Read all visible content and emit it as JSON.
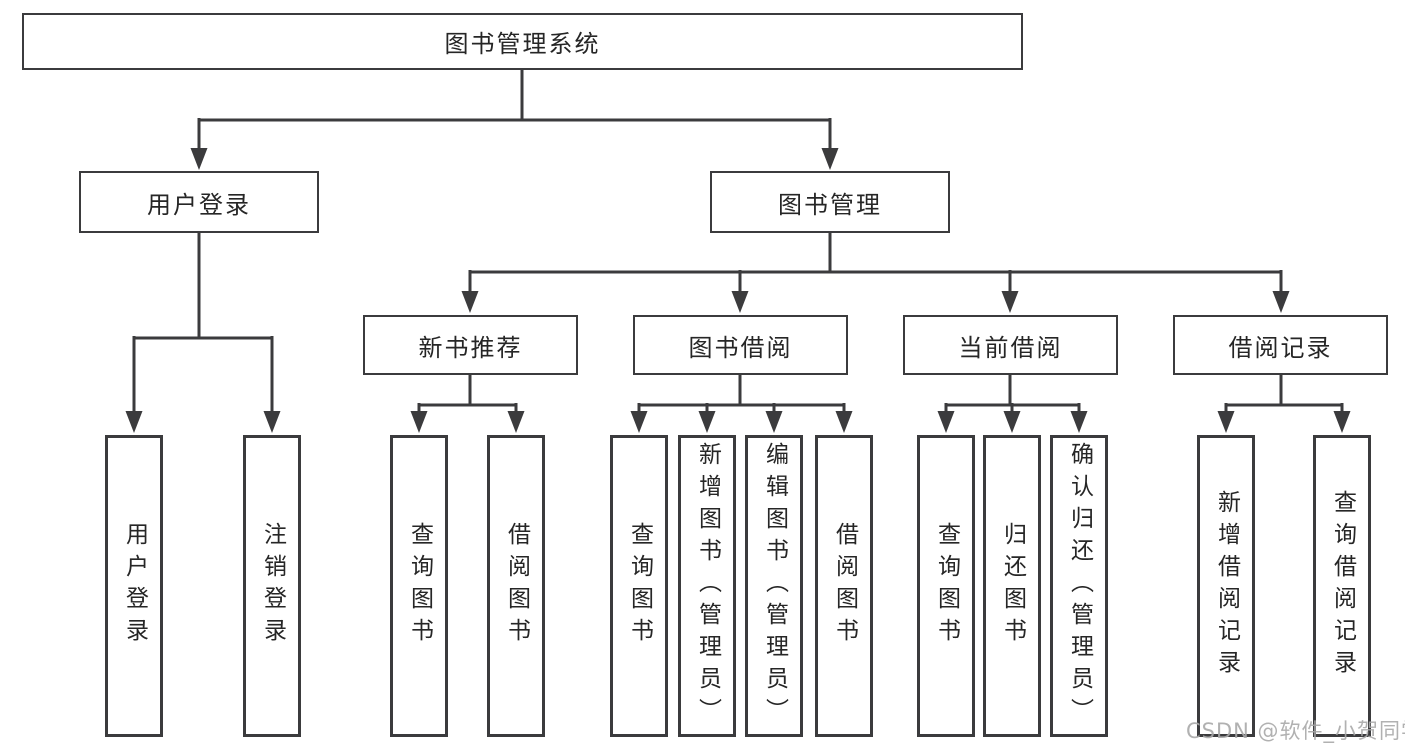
{
  "diagram_title": "图书管理系统",
  "nodes": {
    "root": "图书管理系统",
    "user_login": "用户登录",
    "book_management": "图书管理",
    "new_book_recommendation": "新书推荐",
    "book_borrowing": "图书借阅",
    "current_borrowing": "当前借阅",
    "borrowing_records": "借阅记录",
    "leaf_user_login": "用户登录",
    "leaf_logout": "注销登录",
    "nb_query_books": "查询图书",
    "nb_borrow_books": "借阅图书",
    "bb_query_books": "查询图书",
    "bb_add_books_admin": "新增图书（管理员）",
    "bb_edit_books_admin": "编辑图书（管理员）",
    "bb_borrow_books": "借阅图书",
    "cb_query_books": "查询图书",
    "cb_return_books": "归还图书",
    "cb_confirm_return_admin": "确认归还（管理员）",
    "br_add_borrow_record": "新增借阅记录",
    "br_query_borrow_record": "查询借阅记录"
  },
  "watermark": "CSDN @软件_小贺同学",
  "colors": {
    "line": "#3b3b3d",
    "node_border": "#3b3b3d",
    "text": "#262626",
    "watermark": "#a8a8a8",
    "background": "#ffffff"
  }
}
